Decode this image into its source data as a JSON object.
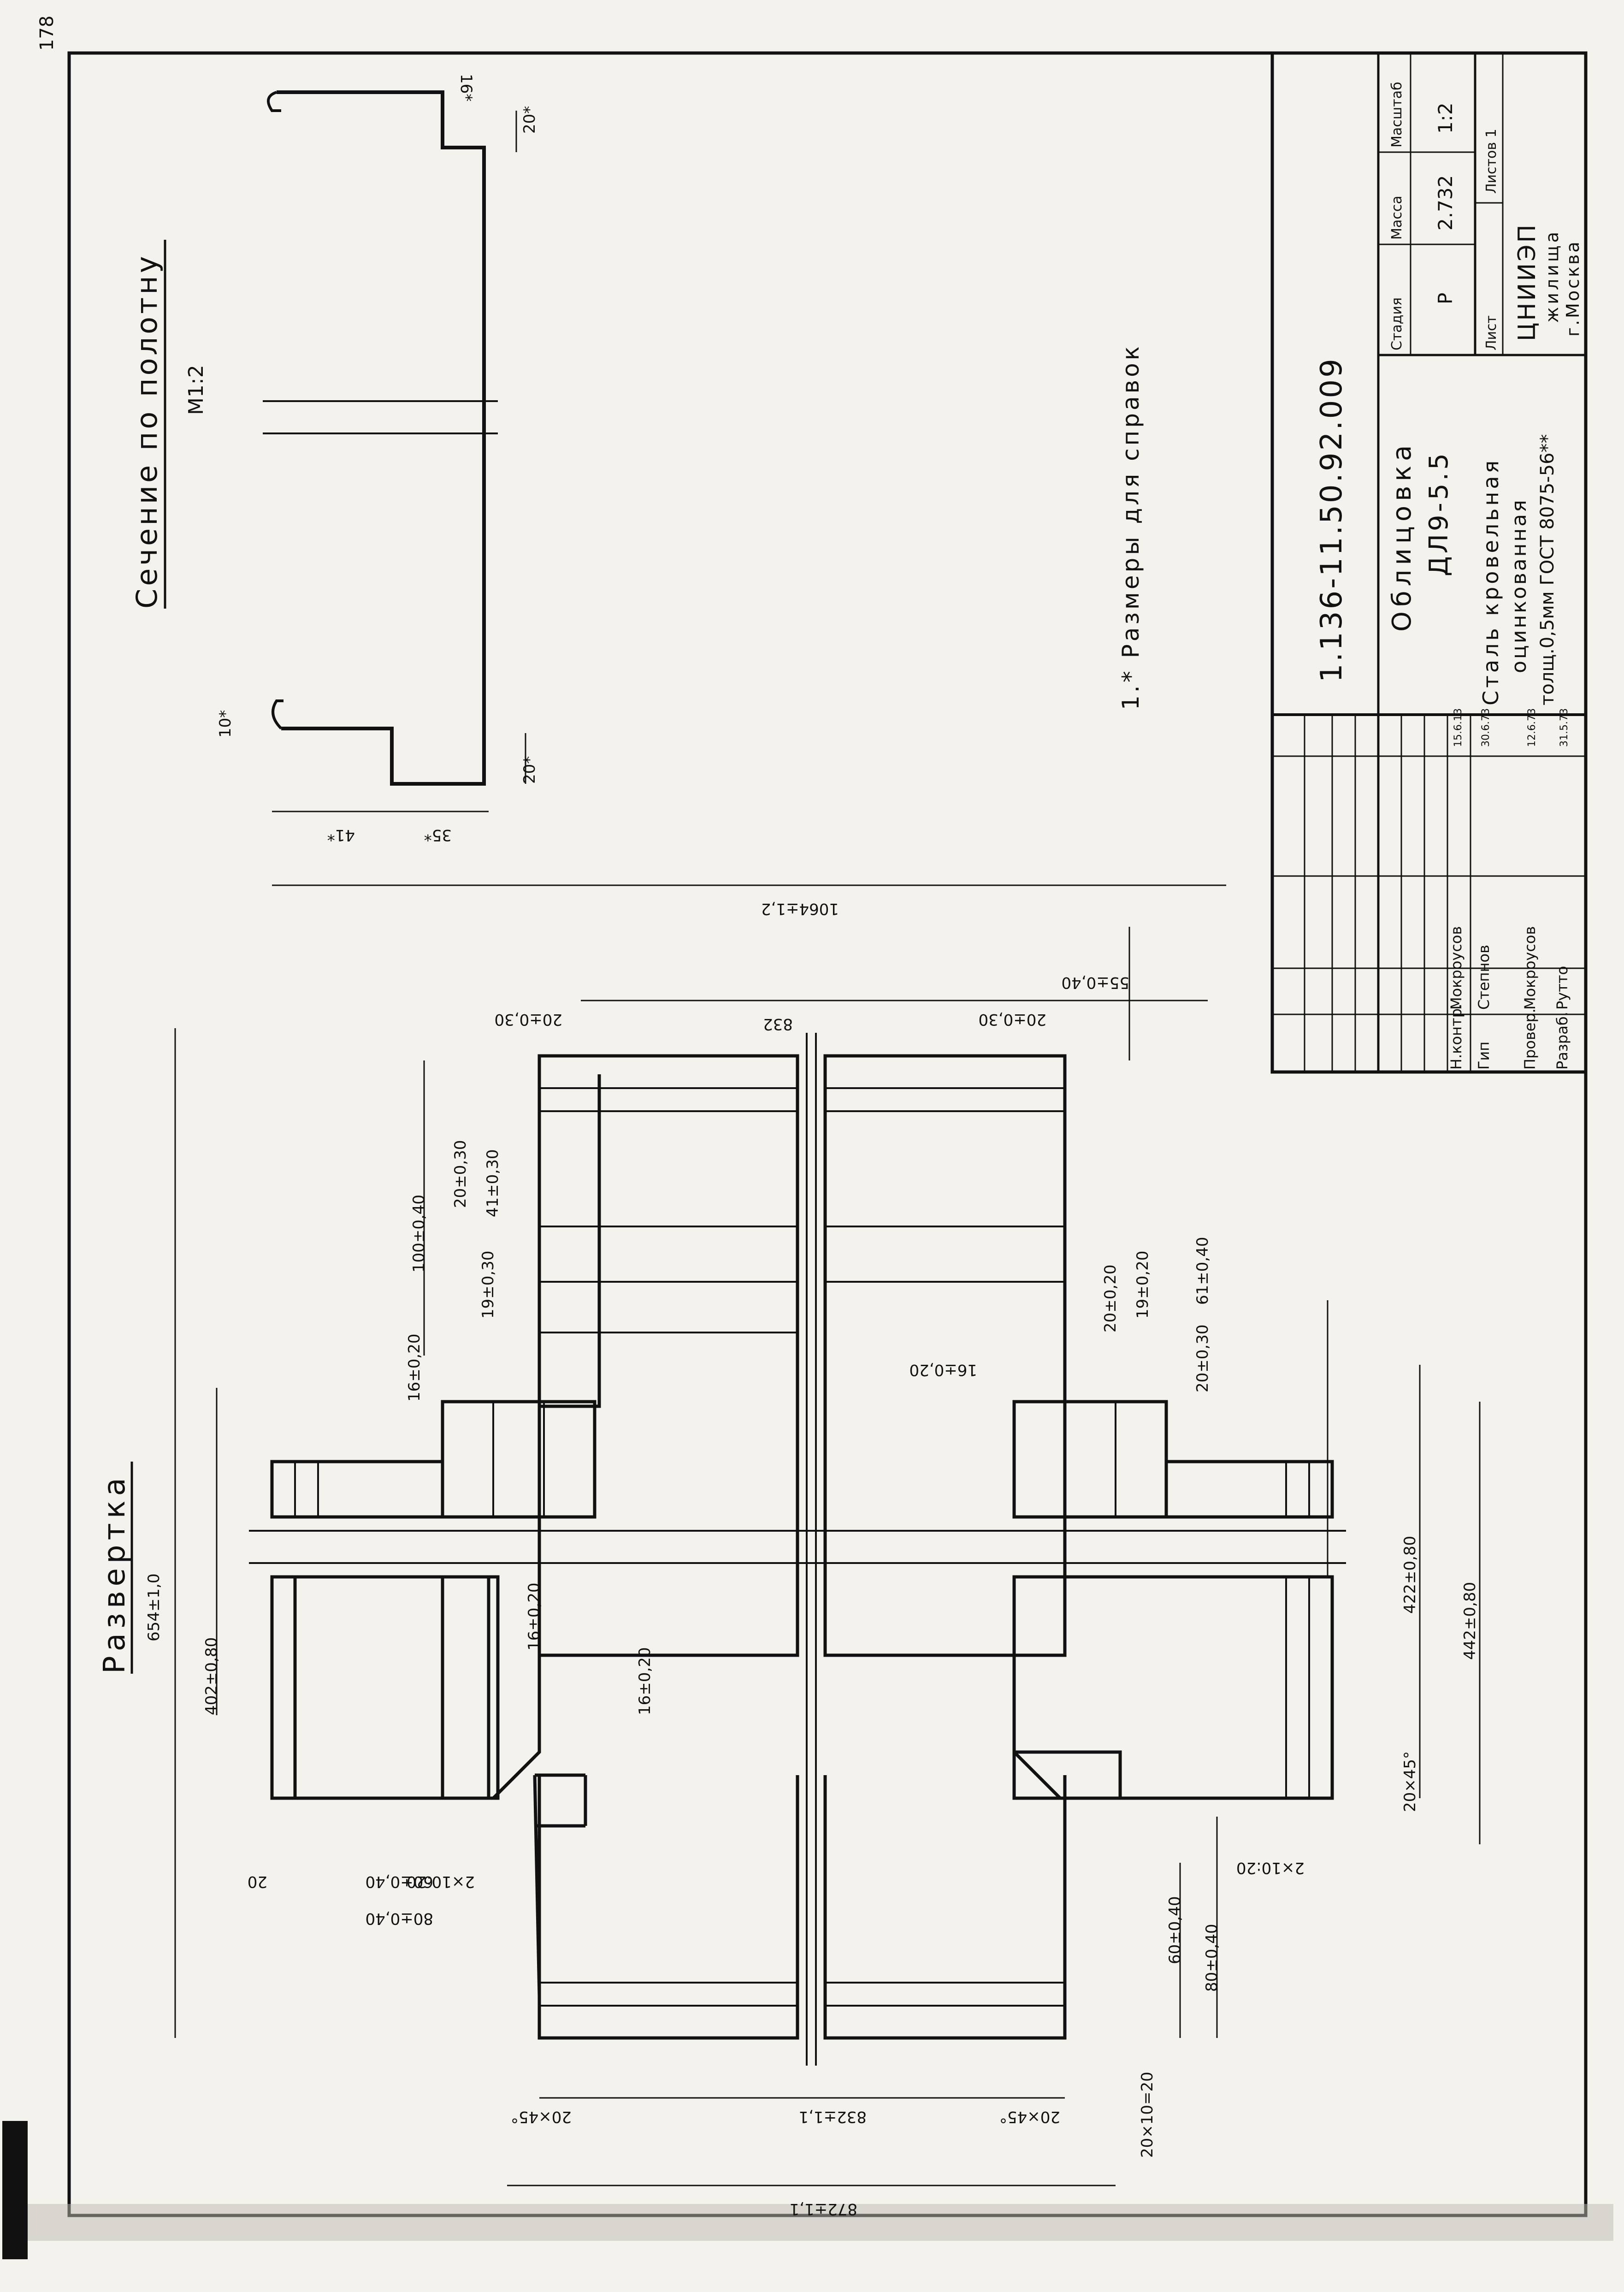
{
  "sheet_number": "178",
  "development": {
    "title": "Развертка",
    "dim_overall_width": "654±1,0",
    "dim_402": "402±0,80",
    "dim_100": "100±0,40",
    "dim_20_30_a": "20±0,30",
    "dim_41": "41±0,30",
    "dim_19_a": "19±0,30",
    "dim_16_a": "16±0,20",
    "dim_16_b": "16±0,20",
    "dim_16_c": "16±0,20",
    "dim_16_d": "16±0,20",
    "dim_20_30_b": "20±0,30",
    "dim_20_30_c": "20±0,30",
    "dim_20_30_d": "20±0,30",
    "dim_832": "832",
    "dim_55": "55±0,40",
    "dim_20_20": "20±0,20",
    "dim_19_20": "19±0,20",
    "dim_61": "61±0,40",
    "dim_422": "422±0,80",
    "dim_442": "442±0,80",
    "dim_20x45": "20×45°",
    "dim_60_left": "60±0,40",
    "dim_80_left": "80±0,40",
    "dim_2x10_left": "2×10:20",
    "dim_20_20_left": "20",
    "dim_2x10_right": "2×10:20",
    "dim_60_right": "60±0,40",
    "dim_80_right": "80±0,40",
    "dim_832_1": "832±1,1",
    "dim_872": "872±1,1",
    "dim_20x45_l": "20×45°",
    "dim_20x45_r": "20×45°",
    "dim_20x10x20": "20×10=20"
  },
  "section": {
    "title": "Сечение по полотну",
    "scale": "М1:2",
    "dim_16": "16*",
    "dim_20_top": "20*",
    "dim_10": "10*",
    "dim_20_bottom": "20*",
    "dim_41": "41*",
    "dim_35": "35*",
    "dim_1064": "1064±1,2"
  },
  "note": "1.* Размеры для справок",
  "title_block": {
    "doc_code": "1.136-11.50.92.009",
    "name_line1": "Облицовка",
    "name_line2": "ДЛ9-5.5",
    "material_line1": "Сталь кровельная",
    "material_line2": "оцинкованная",
    "material_line3": "толщ.0,5мм ГОСТ 8075-56**",
    "col_stage": "Стадия",
    "col_mass": "Масса",
    "col_scale": "Масштаб",
    "stage": "Р",
    "mass": "2.732",
    "scale": "1:2",
    "sheet_label": "Лист",
    "sheets_label": "Листов 1",
    "org_line1": "ЦНИИЭП",
    "org_line2": "жилища",
    "org_line3": "г.Москва",
    "sign_rows": [
      {
        "role": "Н.контр.",
        "name": "Мокроусов",
        "date": "15.6.13"
      },
      {
        "role": "Гип",
        "name": "Степнов",
        "date": "30.6.73"
      },
      {
        "role": "Провер.",
        "name": "Мокроусов",
        "date": "12.6.73"
      },
      {
        "role": "Разраб.",
        "name": "Рутто",
        "date": "31.5.73"
      }
    ]
  }
}
